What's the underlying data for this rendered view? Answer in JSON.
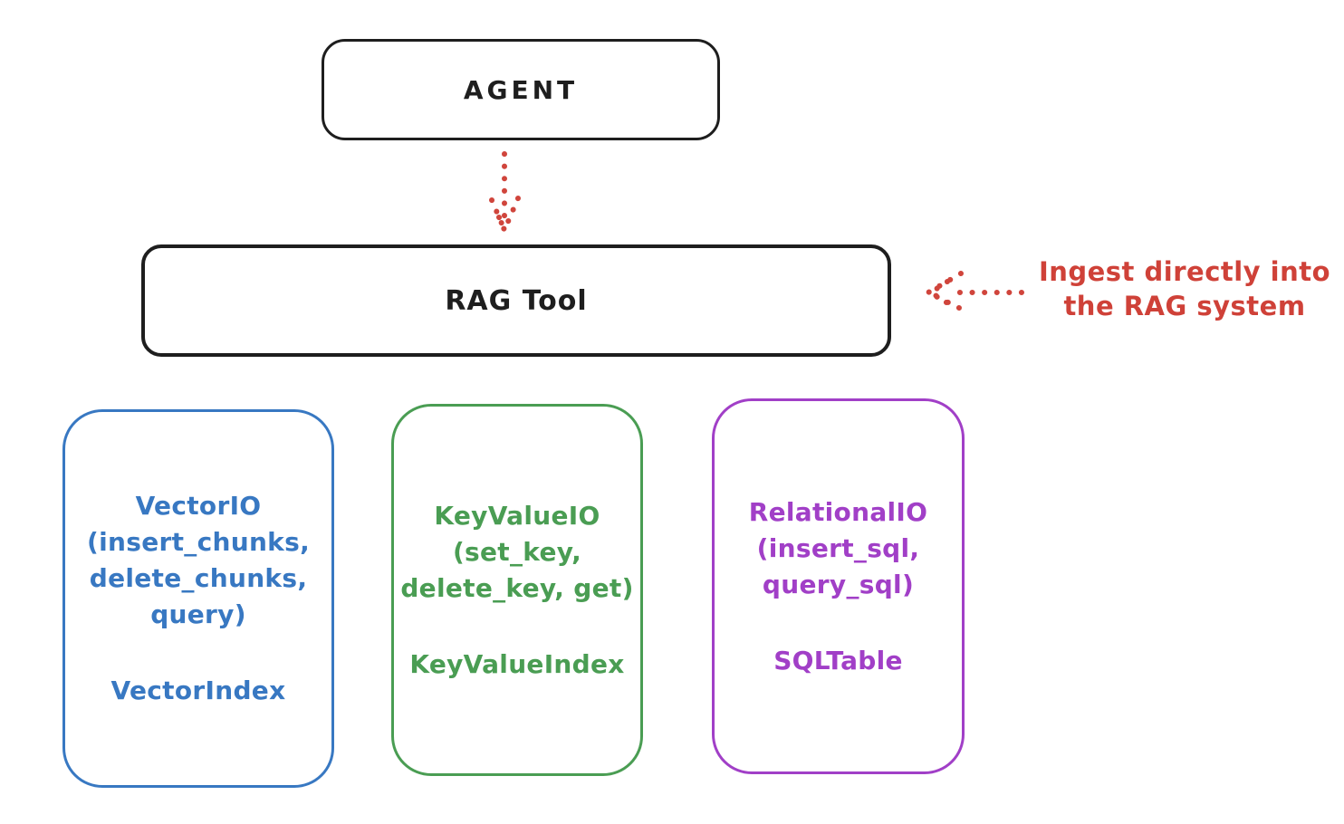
{
  "diagram": {
    "agent": {
      "label": "AGENT"
    },
    "rag_tool": {
      "label": "RAG Tool"
    },
    "annotation": {
      "line1": "Ingest directly into",
      "line2": "the RAG system"
    },
    "storage_boxes": [
      {
        "name": "vector-io",
        "lines": [
          "VectorIO",
          "(insert_chunks,",
          "delete_chunks,",
          "query)"
        ],
        "index_label": "VectorIndex",
        "color": "#3878c2"
      },
      {
        "name": "keyvalue-io",
        "lines": [
          "KeyValueIO",
          "(set_key,",
          "delete_key, get)"
        ],
        "index_label": "KeyValueIndex",
        "color": "#4a9d53"
      },
      {
        "name": "relational-io",
        "lines": [
          "RelationalIO",
          "(insert_sql,",
          "query_sql)"
        ],
        "index_label": "SQLTable",
        "color": "#a13fc7"
      }
    ],
    "colors": {
      "stroke": "#1e1e1e",
      "accent_red": "#d0453c",
      "background": "#ffffff"
    }
  }
}
